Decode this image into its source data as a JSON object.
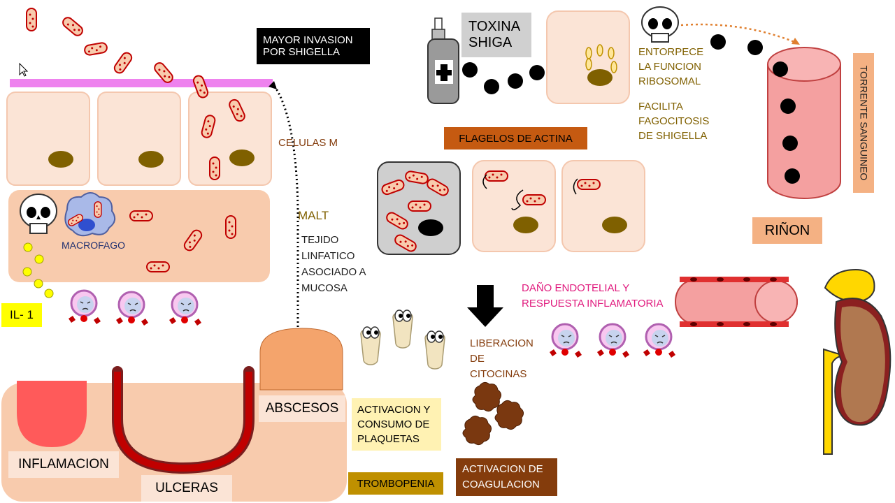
{
  "labels": {
    "mayor_invasion": "MAYOR INVASION\nPOR SHIGELLA",
    "celulas_m": "CELULAS M",
    "malt": "MALT",
    "tejido": "TEJIDO\nLINFATICO\nASOCIADO A\nMUCOSA",
    "macrofago": "MACROFAGO",
    "il1": "IL- 1",
    "toxina": "TOXINA\nSHIGA",
    "entorpece": "ENTORPECE\nLA FUNCION\nRIBOSOMAL",
    "facilita": "FACILITA\nFAGOCITOSIS\nDE SHIGELLA",
    "torrente": "TORRENTE SANGUINEO",
    "rinon": "RIÑON",
    "flagelos": "FLAGELOS DE ACTINA",
    "dano": "DAÑO ENDOTELIAL Y\nRESPUESTA INFLAMATORIA",
    "liberacion": "LIBERACION\nDE\nCITOCINAS",
    "activacion_plaquetas": "ACTIVACION Y\nCONSUMO DE\nPLAQUETAS",
    "trombopenia": "TROMBOPENIA",
    "activacion_coag": "ACTIVACION DE\nCOAGULACION",
    "abscesos": "ABSCESOS",
    "inflamacion": "INFLAMACION",
    "ulceras": "ULCERAS"
  },
  "colors": {
    "cell_fill": "#fbe4d6",
    "cell_stroke": "#f4c7ae",
    "nucleus": "#7f6000",
    "membrane": "#ee82ee",
    "bacteria_fill": "#f8cbad",
    "bacteria_stroke": "#c00000",
    "flagelos_bg": "#c55a11",
    "rinon_bg": "#f4b183",
    "vessel_fill": "#f4a0a0",
    "black_label_bg": "#000000",
    "gray_label_bg": "#d0d0d0",
    "il1_bg": "#ffff00",
    "cytokine_text": "#e0197d",
    "plaquetas_bg": "#fff2b3",
    "trombopenia_bg": "#bf9000",
    "coag_bg": "#843c0c",
    "olive_text": "#806000",
    "brown_text": "#843c0c",
    "abscess": "#f4a46c",
    "ulcer": "#c00000",
    "inflamacion_red": "#ff5a5a"
  },
  "icons": [
    "skull-icon",
    "toxin-spray-icon",
    "mouse-cursor-icon",
    "arrow-down-icon",
    "kidney-icon",
    "platelet-icon",
    "leukocyte-icon",
    "clot-icon"
  ]
}
